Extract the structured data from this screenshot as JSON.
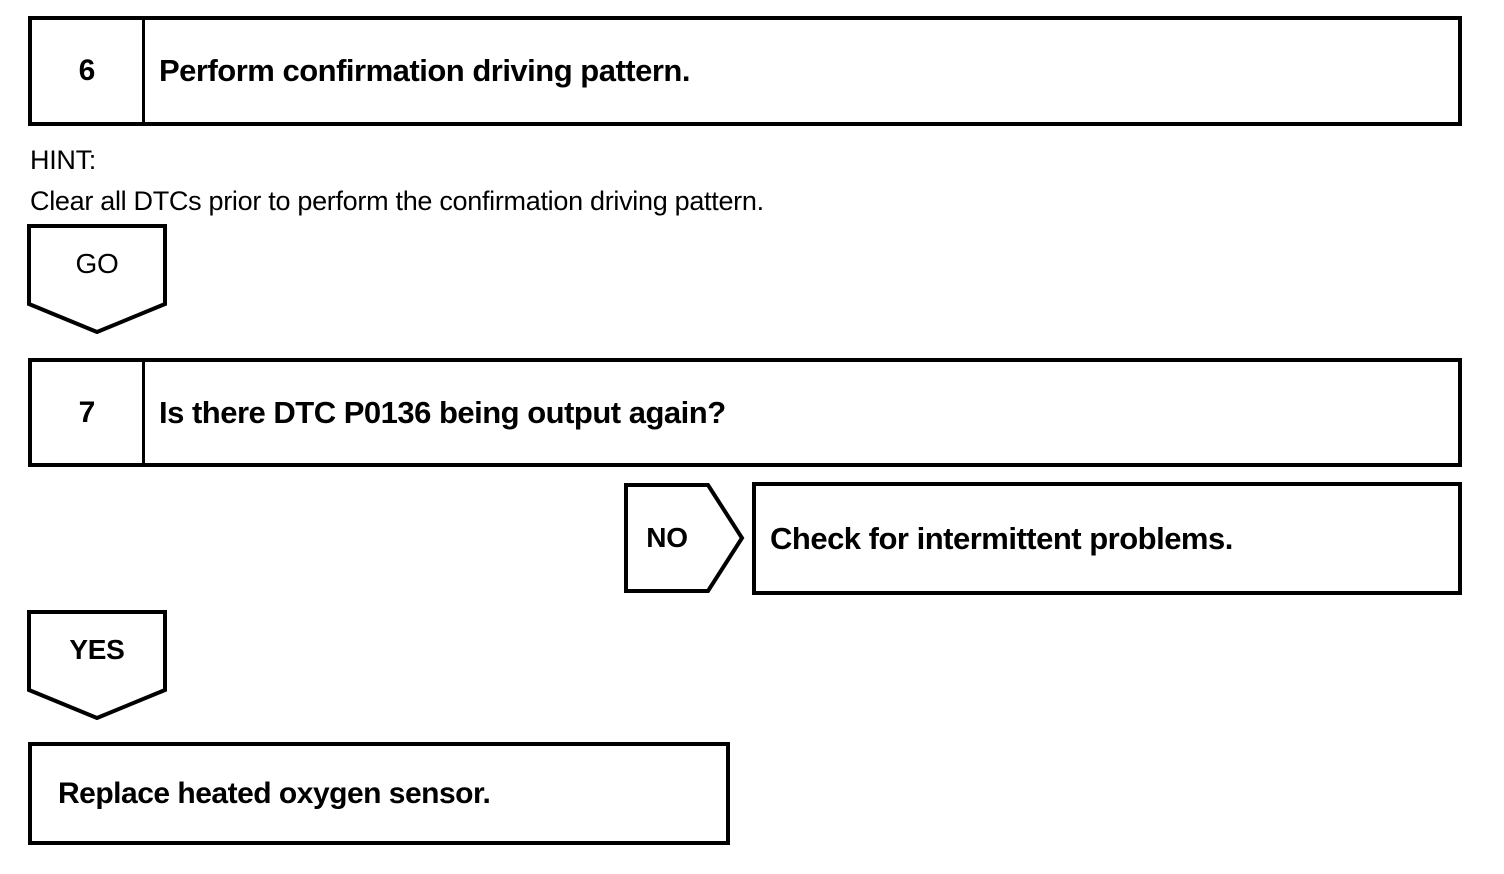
{
  "flowchart": {
    "colors": {
      "line": "#000000",
      "background": "#ffffff",
      "text": "#000000"
    },
    "step6": {
      "number": "6",
      "title": "Perform confirmation driving pattern."
    },
    "hint": {
      "label": "HINT:",
      "text": "Clear all DTCs prior to perform the confirmation driving pattern."
    },
    "go_connector": {
      "label": "GO"
    },
    "step7": {
      "number": "7",
      "title": "Is there DTC P0136 being output again?"
    },
    "no_branch": {
      "label": "NO",
      "action": "Check for intermittent problems."
    },
    "yes_branch": {
      "label": "YES",
      "action": "Replace heated oxygen sensor."
    }
  }
}
